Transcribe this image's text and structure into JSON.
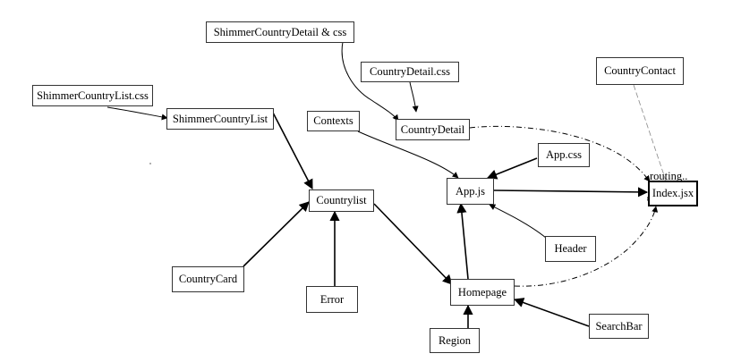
{
  "nodes": {
    "shimmer_detail": "ShimmerCountryDetail & css",
    "country_detail_css": "CountryDetail.css",
    "country_contact": "CountryContact",
    "shimmer_list_css": "ShimmerCountryList.css",
    "shimmer_list": "ShimmerCountryList",
    "contexts": "Contexts",
    "country_detail": "CountryDetail",
    "app_css": "App.css",
    "app_js": "App.js",
    "index_jsx": "Index.jsx",
    "countrylist": "Countrylist",
    "header": "Header",
    "country_card": "CountryCard",
    "error": "Error",
    "homepage": "Homepage",
    "searchbar": "SearchBar",
    "region": "Region"
  },
  "annotations": {
    "routing": "routing.."
  }
}
